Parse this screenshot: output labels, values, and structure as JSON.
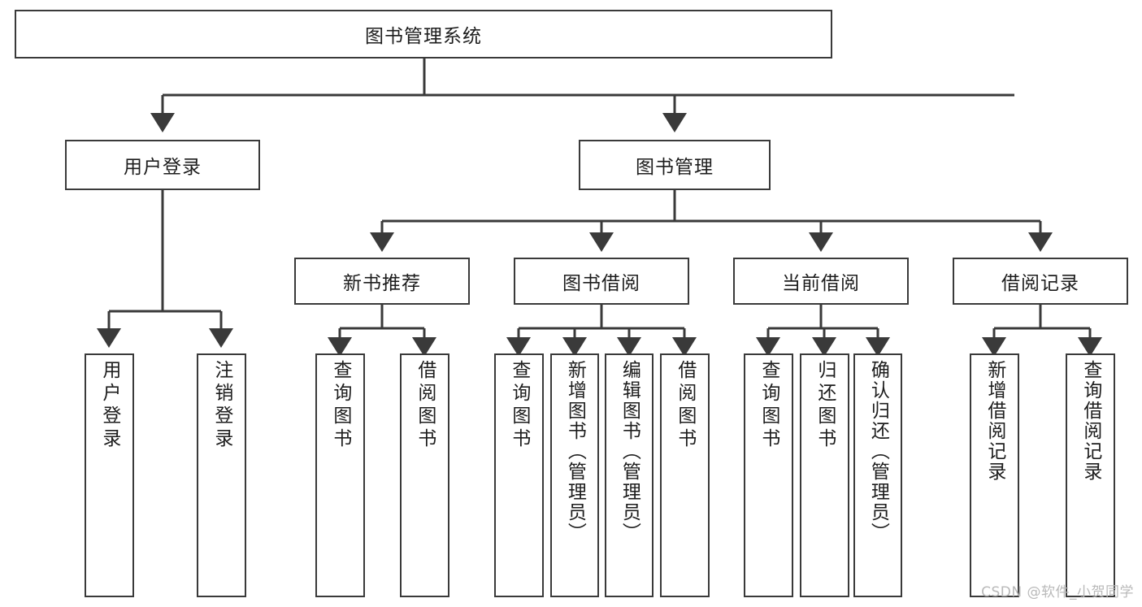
{
  "diagram": {
    "type": "tree-hierarchy-chart",
    "title": "图书管理系统",
    "watermark": "CSDN @软件_小贺同学",
    "colors": {
      "box_border": "#3a3a3a",
      "box_fill": "#ffffff",
      "edge": "#3a3a3a",
      "text": "#1d1d1d",
      "watermark": "#b9b9b9"
    },
    "levels": {
      "root": {
        "label": "图书管理系统"
      },
      "level2": [
        {
          "label": "用户登录"
        },
        {
          "label": "图书管理"
        }
      ],
      "level3": [
        {
          "label": "新书推荐"
        },
        {
          "label": "图书借阅"
        },
        {
          "label": "当前借阅"
        },
        {
          "label": "借阅记录"
        }
      ],
      "leaves": {
        "user_login": [
          {
            "label": "用户登录"
          },
          {
            "label": "注销登录"
          }
        ],
        "new_book_recommend": [
          {
            "label": "查询图书"
          },
          {
            "label": "借阅图书"
          }
        ],
        "book_borrow": [
          {
            "label": "查询图书"
          },
          {
            "label": "新增图书（管理员）"
          },
          {
            "label": "编辑图书（管理员）"
          },
          {
            "label": "借阅图书"
          }
        ],
        "current_borrow": [
          {
            "label": "查询图书"
          },
          {
            "label": "归还图书"
          },
          {
            "label": "确认归还（管理员）"
          }
        ],
        "borrow_record": [
          {
            "label": "新增借阅记录"
          },
          {
            "label": "查询借阅记录"
          }
        ]
      }
    }
  }
}
